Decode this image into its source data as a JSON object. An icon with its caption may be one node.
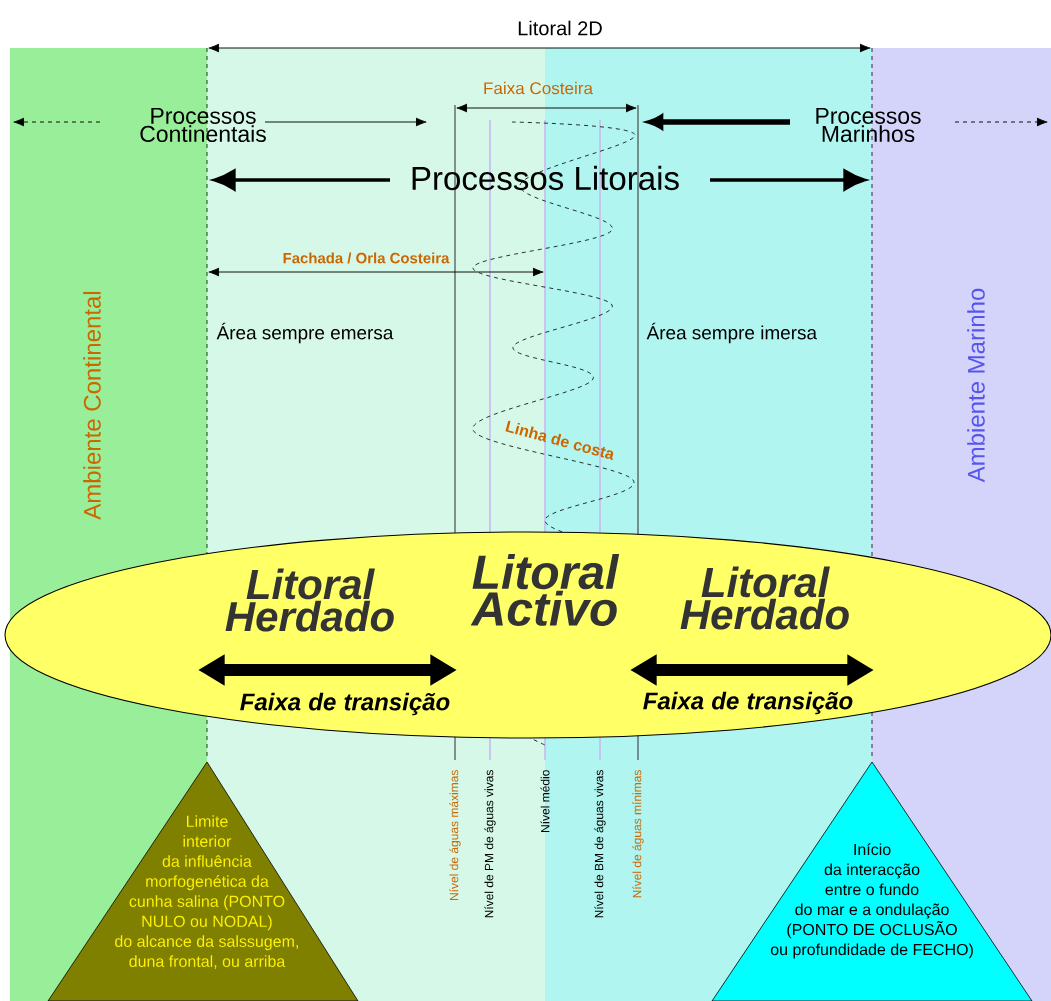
{
  "diagram": {
    "nodes": [
      {
        "text": [
          "Ambiente Continental"
        ]
      },
      {
        "text": [
          "Ambiente Marinho"
        ]
      },
      {
        "text": [
          "Litoral Herdado",
          "Litoral Activo",
          "Litoral Herdado",
          "Faixa de transição",
          "Faixa de transição"
        ]
      },
      {
        "text": [
          "Limite interior da influência morfogenética da cunha salina (PONTO NULO ou NODAL) do alcance da salssugem, duna frontal, ou arriba"
        ]
      },
      {
        "text": [
          "Início da interacção entre o fundo do mar e a ondulação (PONTO DE OCLUSÃO ou profundidade de FECHO)"
        ]
      }
    ],
    "labels": [
      "Litoral 2D",
      "Faixa Costeira",
      "Processos Continentais",
      "Processos Marinhos",
      "Processos Litorais",
      "Fachada / Orla Costeira",
      "Área sempre emersa",
      "Área sempre imersa",
      "Linha de costa",
      "Nível de águas máximas",
      "Nível de PM de águas vivas",
      "Nível médio",
      "Nível de BM de águas vivas",
      "Nível de águas mínimas"
    ]
  }
}
